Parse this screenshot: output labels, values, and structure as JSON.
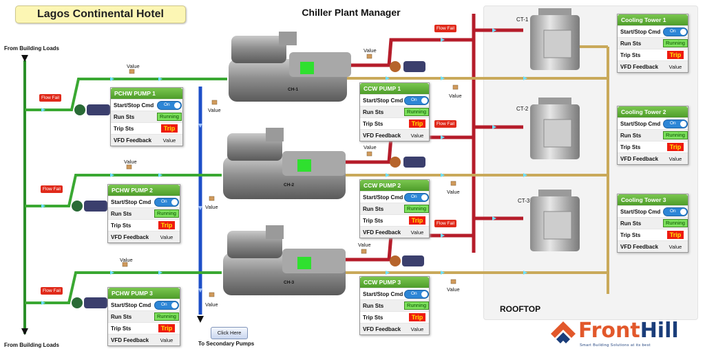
{
  "header": {
    "hotel_name": "Lagos Continental Hotel",
    "title": "Chiller Plant Manager"
  },
  "labels": {
    "from_building_loads_top": "From Building Loads",
    "from_building_loads_bottom": "From Building Loads",
    "to_secondary_pumps": "To Secondary Pumps",
    "click_here": "Click Here",
    "rooftop": "ROOFTOP",
    "value": "Value",
    "flow_fail": "Flow Fail"
  },
  "chillers": [
    {
      "label": "CH-1"
    },
    {
      "label": "CH-2"
    },
    {
      "label": "CH-3"
    }
  ],
  "cooling_tower_labels": [
    "CT-1",
    "CT-2",
    "CT-3"
  ],
  "pchw_pumps": [
    {
      "title": "PCHW PUMP 1",
      "rows": [
        "Start/Stop Cmd",
        "Run Sts",
        "Trip Sts",
        "VFD Feedback"
      ],
      "cmd": "On",
      "run": "Running",
      "trip": "Trip",
      "vfd": "Value"
    },
    {
      "title": "PCHW PUMP 2",
      "rows": [
        "Start/Stop Cmd",
        "Run Sts",
        "Trip Sts",
        "VFD Feedback"
      ],
      "cmd": "On",
      "run": "Running",
      "trip": "Trip",
      "vfd": "Value"
    },
    {
      "title": "PCHW PUMP 3",
      "rows": [
        "Start/Stop Cmd",
        "Run Sts",
        "Trip Sts",
        "VFD Feedback"
      ],
      "cmd": "On",
      "run": "Running",
      "trip": "Trip",
      "vfd": "Value"
    }
  ],
  "ccw_pumps": [
    {
      "title": "CCW PUMP 1",
      "rows": [
        "Start/Stop Cmd",
        "Run Sts",
        "Trip Sts",
        "VFD Feedback"
      ],
      "cmd": "On",
      "run": "Running",
      "trip": "Trip",
      "vfd": "Value"
    },
    {
      "title": "CCW PUMP 2",
      "rows": [
        "Start/Stop Cmd",
        "Run Sts",
        "Trip Sts",
        "VFD Feedback"
      ],
      "cmd": "On",
      "run": "Running",
      "trip": "Trip",
      "vfd": "Value"
    },
    {
      "title": "CCW PUMP 3",
      "rows": [
        "Start/Stop Cmd",
        "Run Sts",
        "Trip Sts",
        "VFD Feedback"
      ],
      "cmd": "On",
      "run": "Running",
      "trip": "Trip",
      "vfd": "Value"
    }
  ],
  "cooling_towers": [
    {
      "title": "Cooling Tower 1",
      "rows": [
        "Start/Stop Cmd",
        "Run Sts",
        "Trip Sts",
        "VFD Feedback"
      ],
      "cmd": "On",
      "run": "Running",
      "trip": "Trip",
      "vfd": "Value"
    },
    {
      "title": "Cooling Tower 2",
      "rows": [
        "Start/Stop Cmd",
        "Run Sts",
        "Trip Sts",
        "VFD Feedback"
      ],
      "cmd": "On",
      "run": "Running",
      "trip": "Trip",
      "vfd": "Value"
    },
    {
      "title": "Cooling Tower 3",
      "rows": [
        "Start/Stop Cmd",
        "Run Sts",
        "Trip Sts",
        "VFD Feedback"
      ],
      "cmd": "On",
      "run": "Running",
      "trip": "Trip",
      "vfd": "Value"
    }
  ],
  "logo": {
    "brand_a": "Front",
    "brand_b": "Hill",
    "tagline": "Smart Building Solutions at its best"
  },
  "colors": {
    "chilled_water": "#3aa832",
    "supply_header": "#1d4fc8",
    "condenser_supply": "#b51c2a",
    "condenser_return": "#c9a95a",
    "status_green": "#2fe02f",
    "brand_orange": "#e2582b",
    "brand_blue": "#1a3d7a"
  },
  "icons": [
    "valve-icon",
    "pump-icon",
    "flow-switch-icon",
    "chiller-icon",
    "cooling-tower-icon",
    "arrow-down-icon"
  ]
}
